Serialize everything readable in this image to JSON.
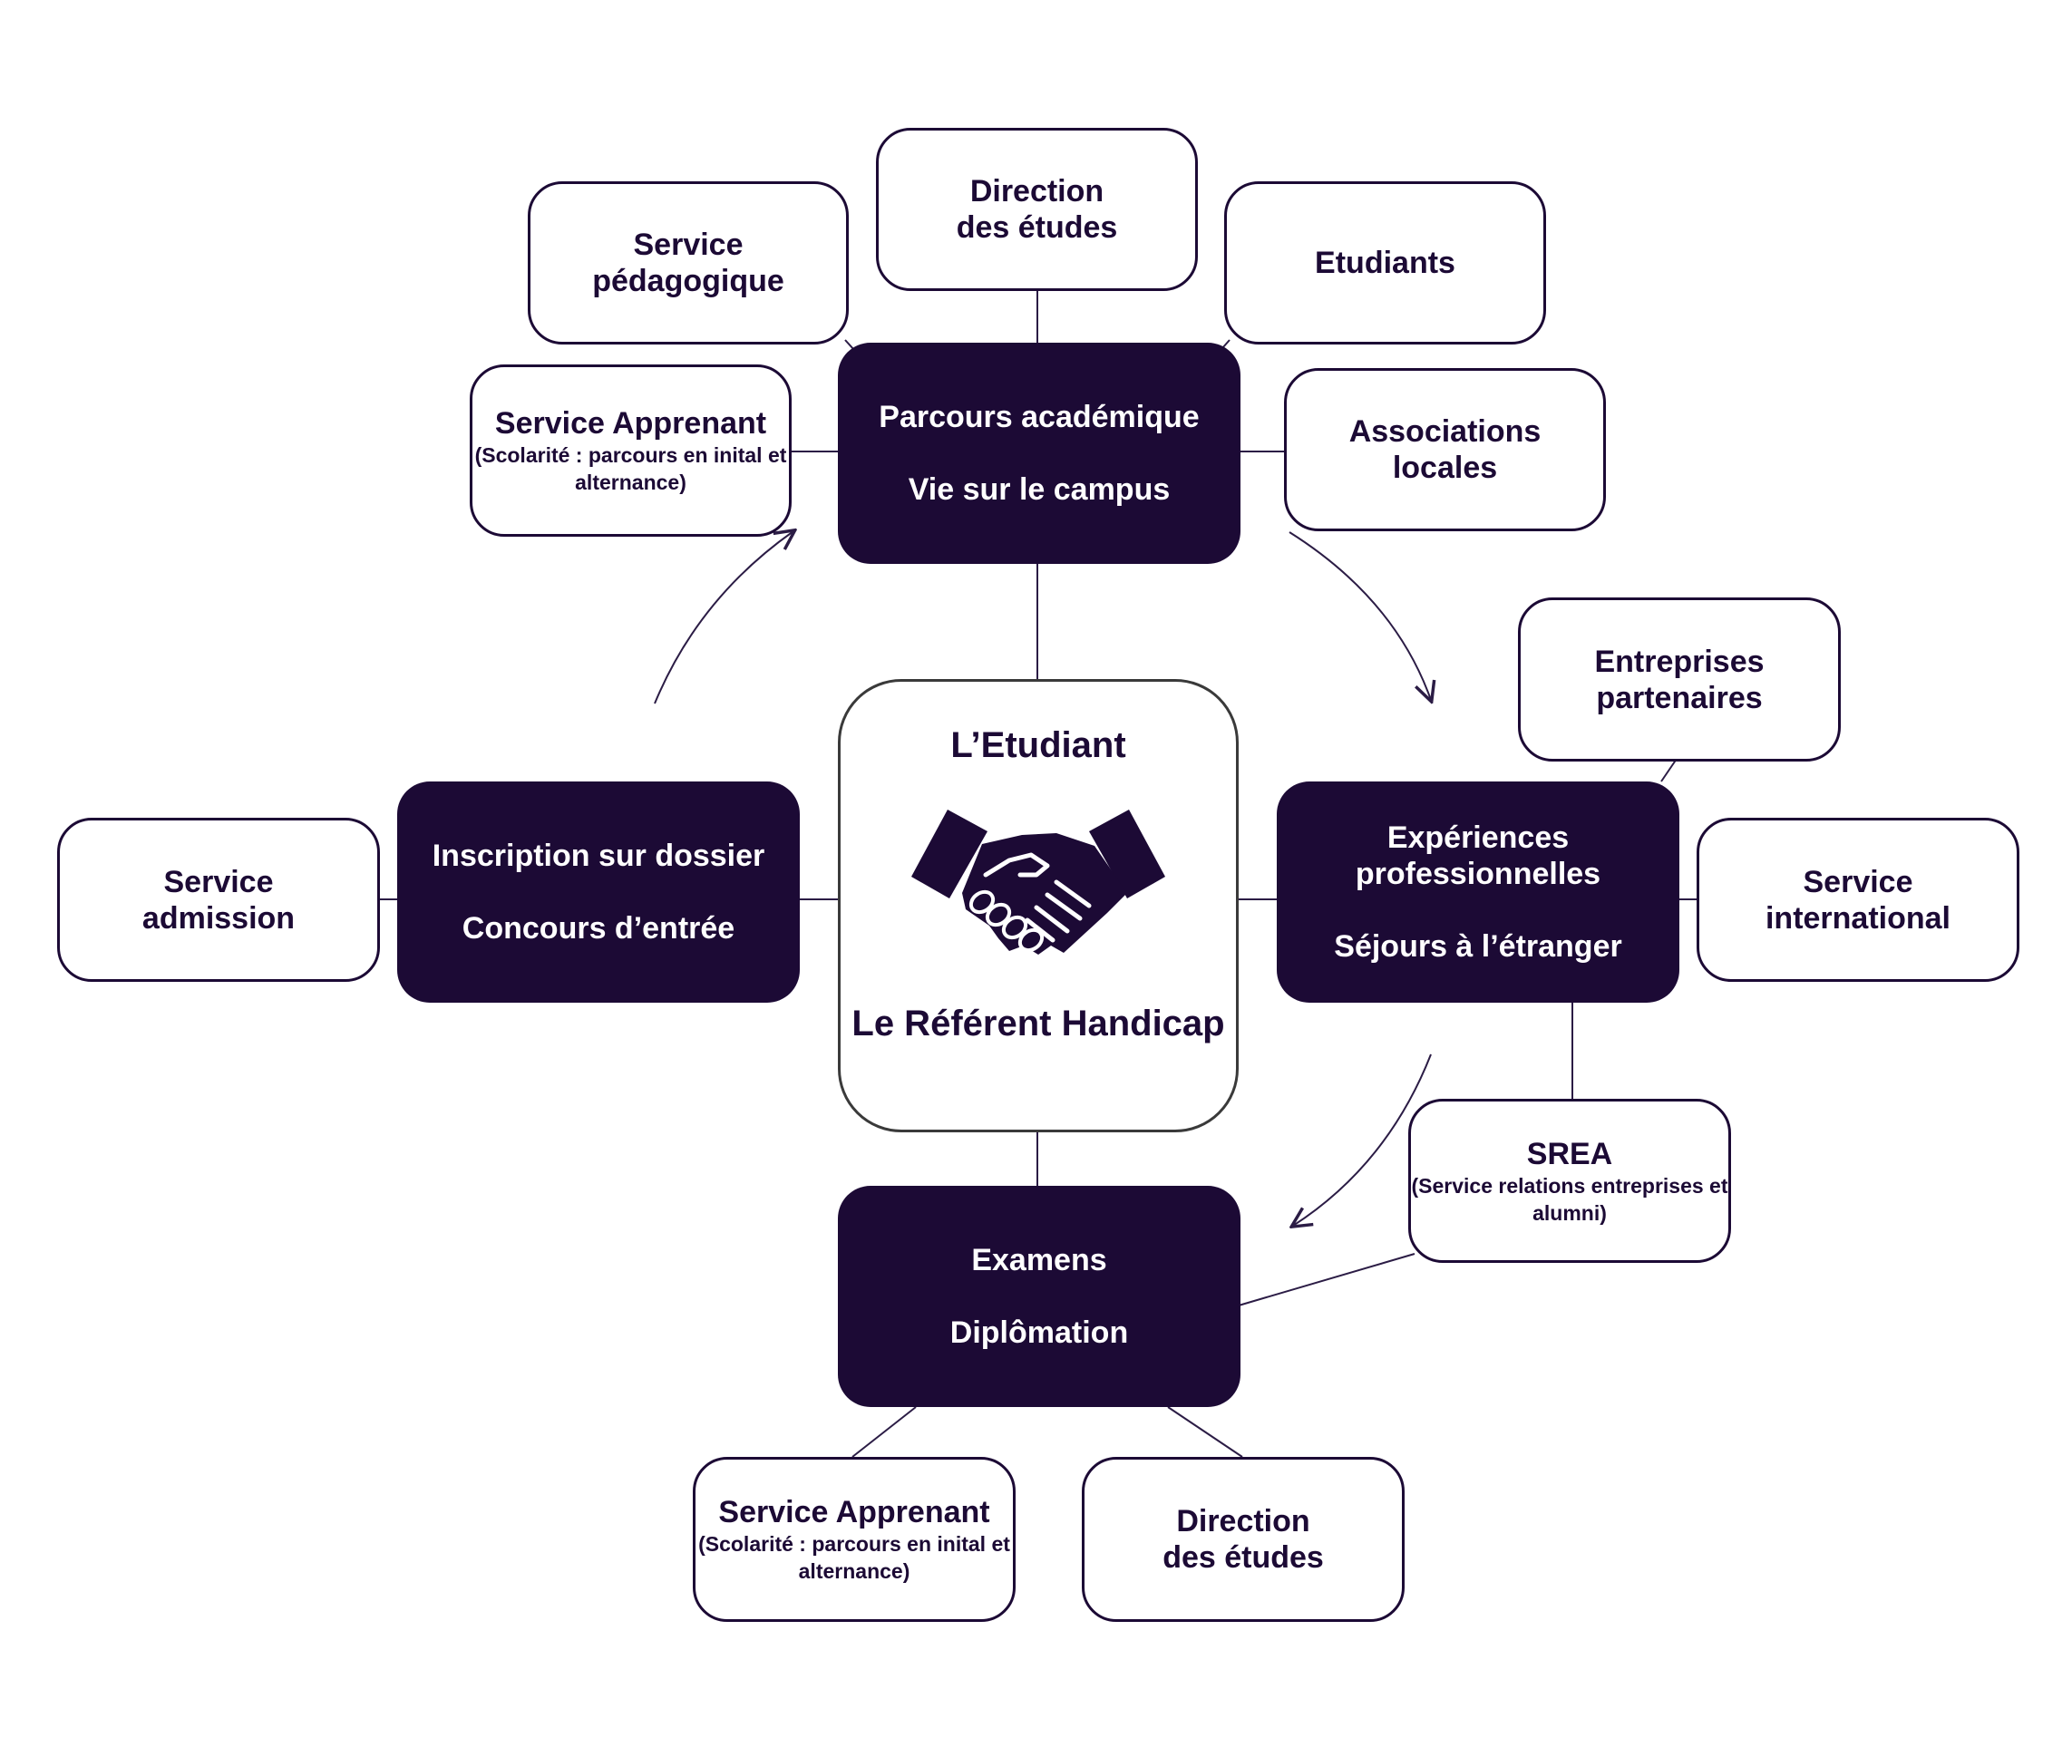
{
  "colors": {
    "dark": "#1c0a35",
    "line": "#2b1c45"
  },
  "center": {
    "title": "L’Etudiant",
    "icon": "handshake-icon",
    "subtitle": "Le Référent Handicap"
  },
  "stages": {
    "academic": {
      "line1": "Parcours académique",
      "line2": "Vie sur le campus"
    },
    "admission": {
      "line1": "Inscription sur dossier",
      "line2": "Concours d’entrée"
    },
    "professional": {
      "line1": "Expériences professionnelles",
      "line2": "Séjours à l’étranger"
    },
    "exams": {
      "line1": "Examens",
      "line2": "Diplômation"
    }
  },
  "actors": {
    "service_pedagogique": "Service pédagogique",
    "direction_etudes_top": "Direction des études",
    "etudiants": "Etudiants",
    "service_apprenant_top": {
      "title": "Service Apprenant",
      "detail": "(Scolarité : parcours en inital et alternance)"
    },
    "associations": "Associations locales",
    "entreprises": "Entreprises partenaires",
    "service_admission": "Service admission",
    "service_international": "Service international",
    "srea": {
      "title": "SREA",
      "detail": "(Service relations entreprises et alumni)"
    },
    "service_apprenant_bottom": {
      "title": "Service Apprenant",
      "detail": "(Scolarité : parcours en inital et alternance)"
    },
    "direction_etudes_bottom": "Direction des études"
  }
}
